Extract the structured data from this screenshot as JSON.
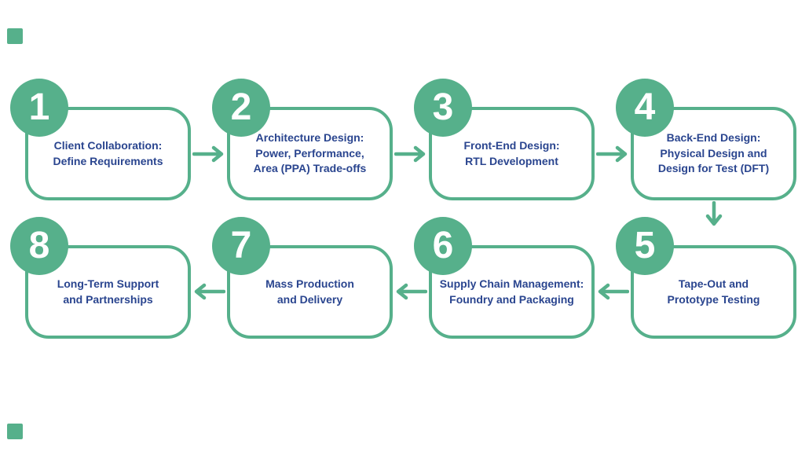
{
  "diagram": {
    "colors": {
      "accent_green": "#56B08B",
      "text_navy": "#2A458F",
      "background": "#FFFFFF"
    },
    "steps": [
      {
        "number": "1",
        "label_lines": [
          "Client Collaboration:",
          "Define Requirements"
        ]
      },
      {
        "number": "2",
        "label_lines": [
          "Architecture Design:",
          "Power, Performance,",
          "Area (PPA) Trade-offs"
        ]
      },
      {
        "number": "3",
        "label_lines": [
          "Front-End Design:",
          "RTL Development"
        ]
      },
      {
        "number": "4",
        "label_lines": [
          "Back-End Design:",
          "Physical Design and",
          "Design for Test (DFT)"
        ]
      },
      {
        "number": "5",
        "label_lines": [
          "Tape-Out and",
          "Prototype Testing"
        ]
      },
      {
        "number": "6",
        "label_lines": [
          "Supply Chain Management:",
          "Foundry and Packaging"
        ]
      },
      {
        "number": "7",
        "label_lines": [
          "Mass Production",
          "and Delivery"
        ]
      },
      {
        "number": "8",
        "label_lines": [
          "Long-Term Support",
          "and Partnerships"
        ]
      }
    ]
  }
}
